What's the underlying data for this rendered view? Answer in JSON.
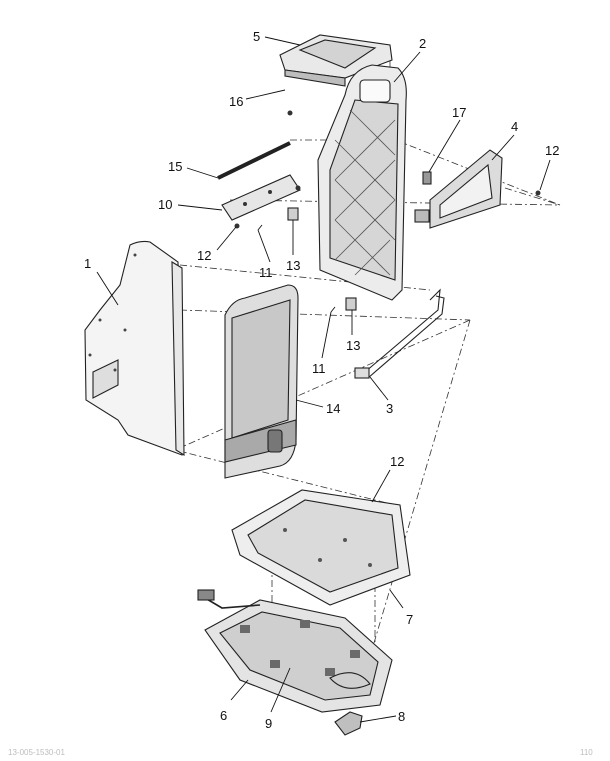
{
  "diagram": {
    "callouts": [
      {
        "id": "c1",
        "label": "1"
      },
      {
        "id": "c2",
        "label": "2"
      },
      {
        "id": "c3",
        "label": "3"
      },
      {
        "id": "c4",
        "label": "4"
      },
      {
        "id": "c5",
        "label": "5"
      },
      {
        "id": "c6",
        "label": "6"
      },
      {
        "id": "c7",
        "label": "7"
      },
      {
        "id": "c8",
        "label": "8"
      },
      {
        "id": "c9",
        "label": "9"
      },
      {
        "id": "c10",
        "label": "10"
      },
      {
        "id": "c11a",
        "label": "11"
      },
      {
        "id": "c11b",
        "label": "11"
      },
      {
        "id": "c12a",
        "label": "12"
      },
      {
        "id": "c12b",
        "label": "12"
      },
      {
        "id": "c12c",
        "label": "12"
      },
      {
        "id": "c13a",
        "label": "13"
      },
      {
        "id": "c13b",
        "label": "13"
      },
      {
        "id": "c14",
        "label": "14"
      },
      {
        "id": "c15",
        "label": "15"
      },
      {
        "id": "c16",
        "label": "16"
      },
      {
        "id": "c17",
        "label": "17"
      }
    ],
    "footer": {
      "left_code": "13-005-1530-01",
      "right_code": "110"
    }
  }
}
